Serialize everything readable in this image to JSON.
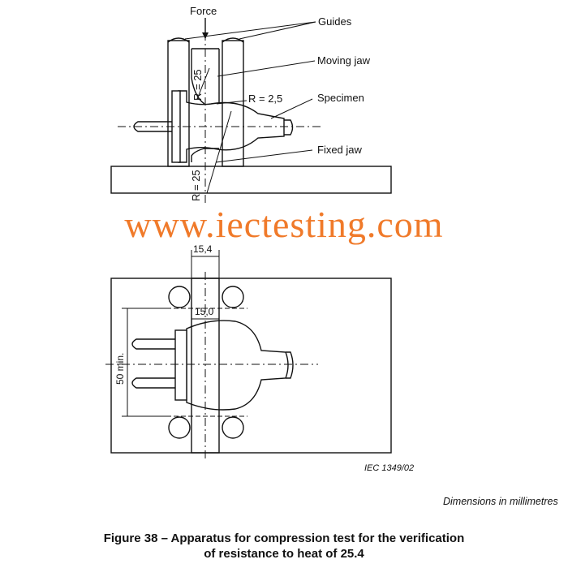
{
  "labels": {
    "force": "Force",
    "guides": "Guides",
    "moving_jaw": "Moving jaw",
    "specimen": "Specimen",
    "fixed_jaw": "Fixed jaw"
  },
  "dimensions": {
    "r25_top": "R = 25",
    "r25_bottom": "R = 25",
    "r2_5": "R = 2,5",
    "w15_4": "15,4",
    "w15_0": "15,0",
    "min50": "50 min."
  },
  "watermark": "www.iectesting.com",
  "reference": "IEC  1349/02",
  "dims_note": "Dimensions in millimetres",
  "caption": {
    "line1": "Figure 38 – Apparatus for compression test for the verification",
    "line2": "of resistance to heat of 25.4"
  },
  "colors": {
    "watermark": "#f07a2a",
    "ink": "#111111"
  }
}
